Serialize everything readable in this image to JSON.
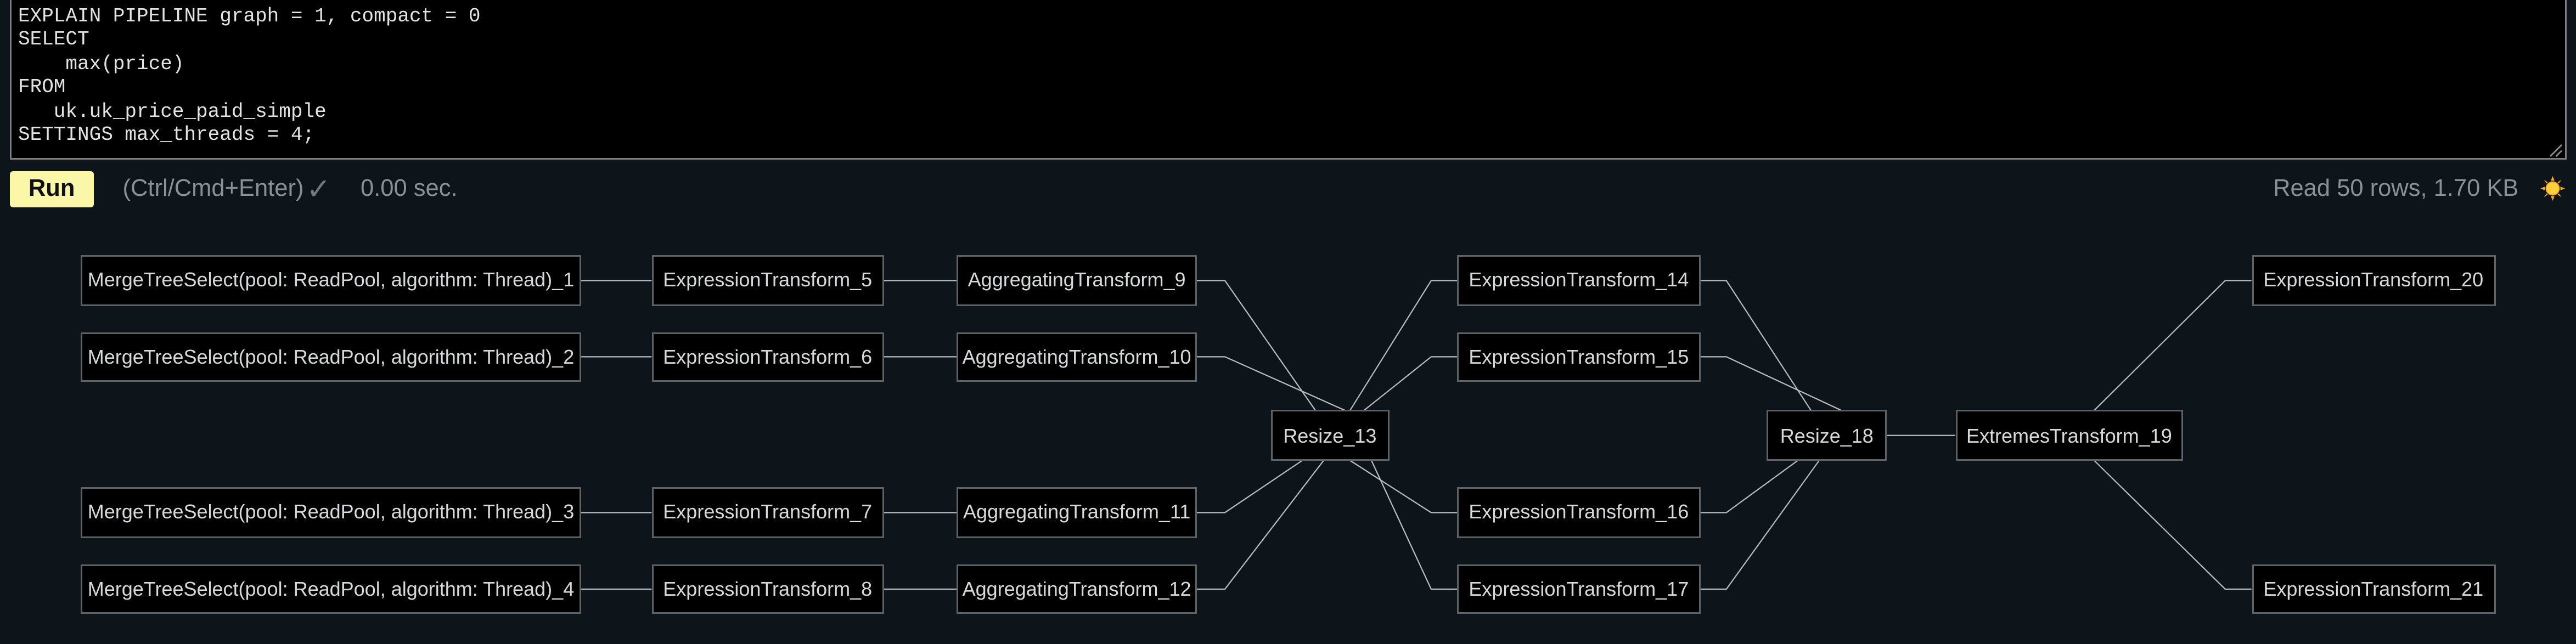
{
  "editor": {
    "query": "EXPLAIN PIPELINE graph = 1, compact = 0\nSELECT\n    max(price)\nFROM\n   uk.uk_price_paid_simple\nSETTINGS max_threads = 4;"
  },
  "toolbar": {
    "run_label": "Run",
    "shortcut_hint": "(Ctrl/Cmd+Enter)",
    "check_icon": "✓",
    "elapsed": "0.00 sec.",
    "stats": "Read 50 rows, 1.70 KB"
  },
  "graph": {
    "nodes": [
      {
        "id": "mt1",
        "label": "MergeTreeSelect(pool: ReadPool, algorithm: Thread)_1"
      },
      {
        "id": "mt2",
        "label": "MergeTreeSelect(pool: ReadPool, algorithm: Thread)_2"
      },
      {
        "id": "mt3",
        "label": "MergeTreeSelect(pool: ReadPool, algorithm: Thread)_3"
      },
      {
        "id": "mt4",
        "label": "MergeTreeSelect(pool: ReadPool, algorithm: Thread)_4"
      },
      {
        "id": "et5",
        "label": "ExpressionTransform_5"
      },
      {
        "id": "et6",
        "label": "ExpressionTransform_6"
      },
      {
        "id": "et7",
        "label": "ExpressionTransform_7"
      },
      {
        "id": "et8",
        "label": "ExpressionTransform_8"
      },
      {
        "id": "ag9",
        "label": "AggregatingTransform_9"
      },
      {
        "id": "ag10",
        "label": "AggregatingTransform_10"
      },
      {
        "id": "ag11",
        "label": "AggregatingTransform_11"
      },
      {
        "id": "ag12",
        "label": "AggregatingTransform_12"
      },
      {
        "id": "r13",
        "label": "Resize_13"
      },
      {
        "id": "et14",
        "label": "ExpressionTransform_14"
      },
      {
        "id": "et15",
        "label": "ExpressionTransform_15"
      },
      {
        "id": "et16",
        "label": "ExpressionTransform_16"
      },
      {
        "id": "et17",
        "label": "ExpressionTransform_17"
      },
      {
        "id": "r18",
        "label": "Resize_18"
      },
      {
        "id": "ex19",
        "label": "ExtremesTransform_19"
      },
      {
        "id": "et20",
        "label": "ExpressionTransform_20"
      },
      {
        "id": "et21",
        "label": "ExpressionTransform_21"
      }
    ],
    "edges": [
      [
        "mt1",
        "et5"
      ],
      [
        "mt2",
        "et6"
      ],
      [
        "mt3",
        "et7"
      ],
      [
        "mt4",
        "et8"
      ],
      [
        "et5",
        "ag9"
      ],
      [
        "et6",
        "ag10"
      ],
      [
        "et7",
        "ag11"
      ],
      [
        "et8",
        "ag12"
      ],
      [
        "ag9",
        "r13"
      ],
      [
        "ag10",
        "r13"
      ],
      [
        "ag11",
        "r13"
      ],
      [
        "ag12",
        "r13"
      ],
      [
        "r13",
        "et14"
      ],
      [
        "r13",
        "et15"
      ],
      [
        "r13",
        "et16"
      ],
      [
        "r13",
        "et17"
      ],
      [
        "et14",
        "r18"
      ],
      [
        "et15",
        "r18"
      ],
      [
        "et16",
        "r18"
      ],
      [
        "et17",
        "r18"
      ],
      [
        "r18",
        "ex19"
      ],
      [
        "ex19",
        "et20"
      ],
      [
        "ex19",
        "et21"
      ]
    ]
  },
  "colors": {
    "page_bg": "#0d141a",
    "editor_bg": "#000000",
    "editor_border": "#7f7f7f",
    "editor_text": "#e3e3e3",
    "run_bg": "#faf7a8",
    "run_text": "#111111",
    "muted_text": "#8a9093",
    "node_bg": "#000000",
    "node_border": "#5d6265",
    "node_text": "#d7d9da",
    "edge": "#b9bcbe",
    "sun_core": "#ffd03a",
    "sun_rays": "#f7a82a"
  }
}
